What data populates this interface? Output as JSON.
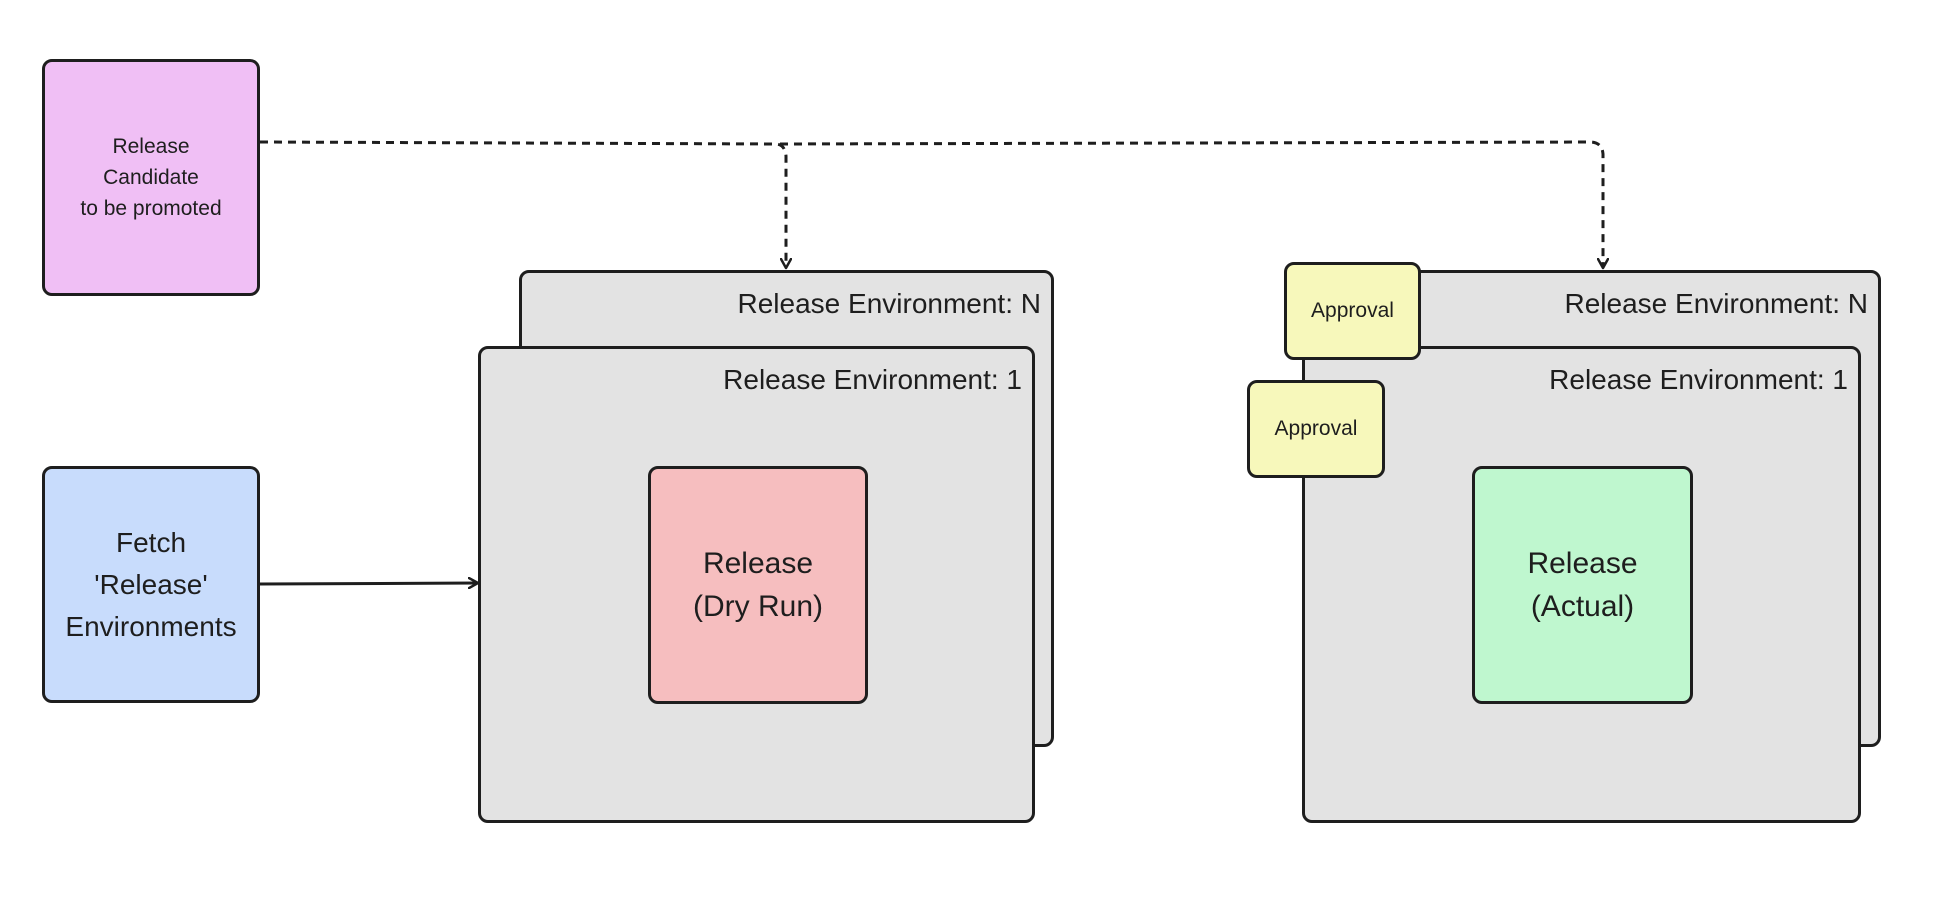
{
  "diagram": {
    "candidate": {
      "label": "Release\nCandidate\nto be promoted",
      "fill": "#f0bff5"
    },
    "fetch": {
      "label": "Fetch\n'Release'\nEnvironments",
      "fill": "#c8dcfc"
    },
    "dry_run_group": {
      "env_n_title": "Release Environment: N",
      "env_1_title": "Release Environment: 1",
      "release_label": "Release\n(Dry Run)",
      "release_fill": "#f6bebf"
    },
    "actual_group": {
      "env_n_title": "Release Environment: N",
      "env_1_title": "Release Environment: 1",
      "release_label": "Release\n(Actual)",
      "release_fill": "#bff7cf",
      "approval_n_label": "Approval",
      "approval_1_label": "Approval",
      "approval_fill": "#f7f8bb"
    },
    "environment_fill": "#e3e3e3",
    "stroke": "#1e1e1e",
    "connectors": [
      {
        "from": "candidate",
        "to": "dry_run_group.env_n",
        "style": "dashed"
      },
      {
        "from": "candidate",
        "to": "actual_group.env_n",
        "style": "dashed"
      },
      {
        "from": "fetch",
        "to": "dry_run_group.env_1",
        "style": "solid"
      }
    ]
  }
}
